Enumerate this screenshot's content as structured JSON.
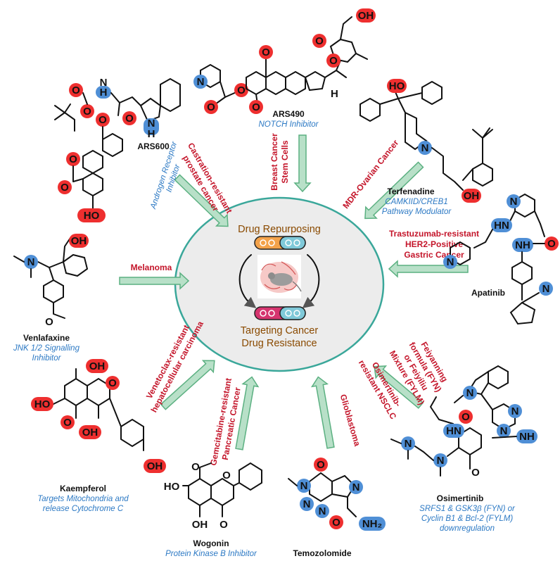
{
  "center": {
    "top_label": "Drug Repurposing",
    "bottom_label_line1": "Targeting Cancer",
    "bottom_label_line2": "Drug Resistance"
  },
  "drugs": [
    {
      "id": "ars490",
      "name": "ARS490",
      "mechanism": [
        "NOTCH Inhibitor"
      ]
    },
    {
      "id": "ars600",
      "name": "ARS600",
      "mechanism": [
        "Androgen Receptor",
        "Inhibitor"
      ]
    },
    {
      "id": "terfenadine",
      "name": "Terfenadine",
      "mechanism": [
        "CAMKIID/CREB1",
        "Pathway Modulator"
      ]
    },
    {
      "id": "apatinib",
      "name": "Apatinib",
      "mechanism": []
    },
    {
      "id": "venlafaxine",
      "name": "Venlafaxine",
      "mechanism": [
        "JNK 1/2 Signalling",
        "Inhibitor"
      ]
    },
    {
      "id": "kaempferol",
      "name": "Kaempferol",
      "mechanism": [
        "Targets Mitochondria and",
        "release Cytochrome C"
      ]
    },
    {
      "id": "wogonin",
      "name": "Wogonin",
      "mechanism": [
        "Protein Kinase B Inhibitor"
      ]
    },
    {
      "id": "temozolomide",
      "name": "Temozolomide",
      "mechanism": []
    },
    {
      "id": "osimertinib",
      "name": "Osimertinib",
      "mechanism": [
        "SRFS1 & GSK3β (FYN) or",
        "Cyclin B1 & Bcl-2 (FYLM)",
        "downregulation"
      ]
    }
  ],
  "cancers": {
    "breast": [
      "Breast Cancer",
      "Stem Cells"
    ],
    "prostate": [
      "Castration-resistant",
      "prostate cancer"
    ],
    "ovarian": [
      "MDR-Ovarian Cancer"
    ],
    "gastric": [
      "Trastuzumab-resistant",
      "HER2-Positive",
      "Gastric Cancer"
    ],
    "melanoma": [
      "Melanoma"
    ],
    "hcc": [
      "Venetoclax-resistant",
      "hepatocellular carcinoma"
    ],
    "pancreatic": [
      "Gemcitabine-resistant",
      "Pancreatic Cancer"
    ],
    "glioblastoma": [
      "Glioblastoma"
    ],
    "fyn": [
      "Feiyanning",
      "formula (FYN)",
      "or Feiyiliu",
      "Mixture (FYLM)"
    ],
    "nsclc": [
      "Osimertinib-",
      "resistant NSCLC"
    ]
  },
  "atoms": {
    "O": "O",
    "N": "N",
    "H": "H",
    "OH": "OH",
    "HO": "HO",
    "HN": "HN",
    "NH": "NH",
    "NH2": "NH₂"
  },
  "colors": {
    "oxygen": "#ee2f2f",
    "nitrogen": "#4f8fd6",
    "cancer_text": "#c4152a",
    "mechanism_text": "#2c79c4",
    "arrow_fill": "#b8e0c8",
    "circle_stroke": "#3aa79a",
    "circle_fill": "#ececec"
  }
}
